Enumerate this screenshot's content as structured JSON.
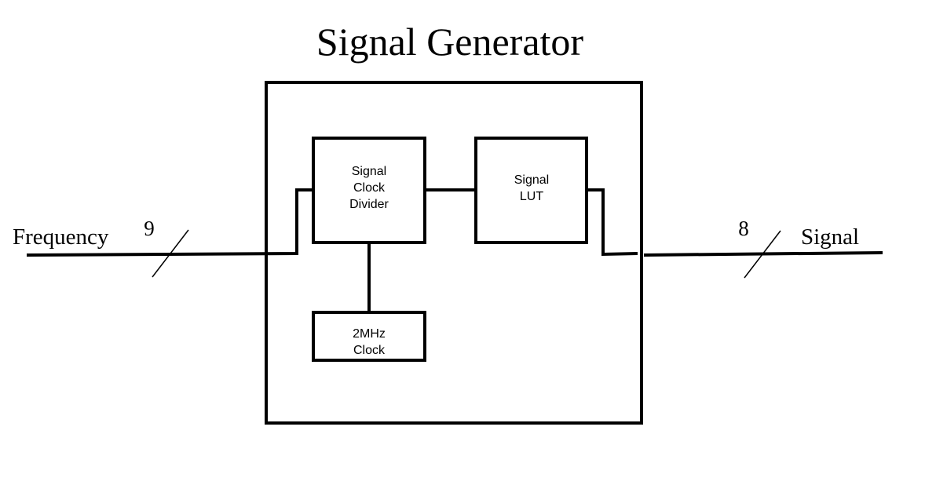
{
  "title": "Signal Generator",
  "input": {
    "label": "Frequency",
    "bus_width": "9"
  },
  "output": {
    "label": "Signal",
    "bus_width": "8"
  },
  "blocks": {
    "clock_divider": [
      "Signal",
      "Clock",
      "Divider"
    ],
    "lut": [
      "Signal",
      "LUT"
    ],
    "clock": [
      "2MHz",
      "Clock"
    ]
  },
  "colors": {
    "stroke": "#000000",
    "background": "#ffffff"
  }
}
